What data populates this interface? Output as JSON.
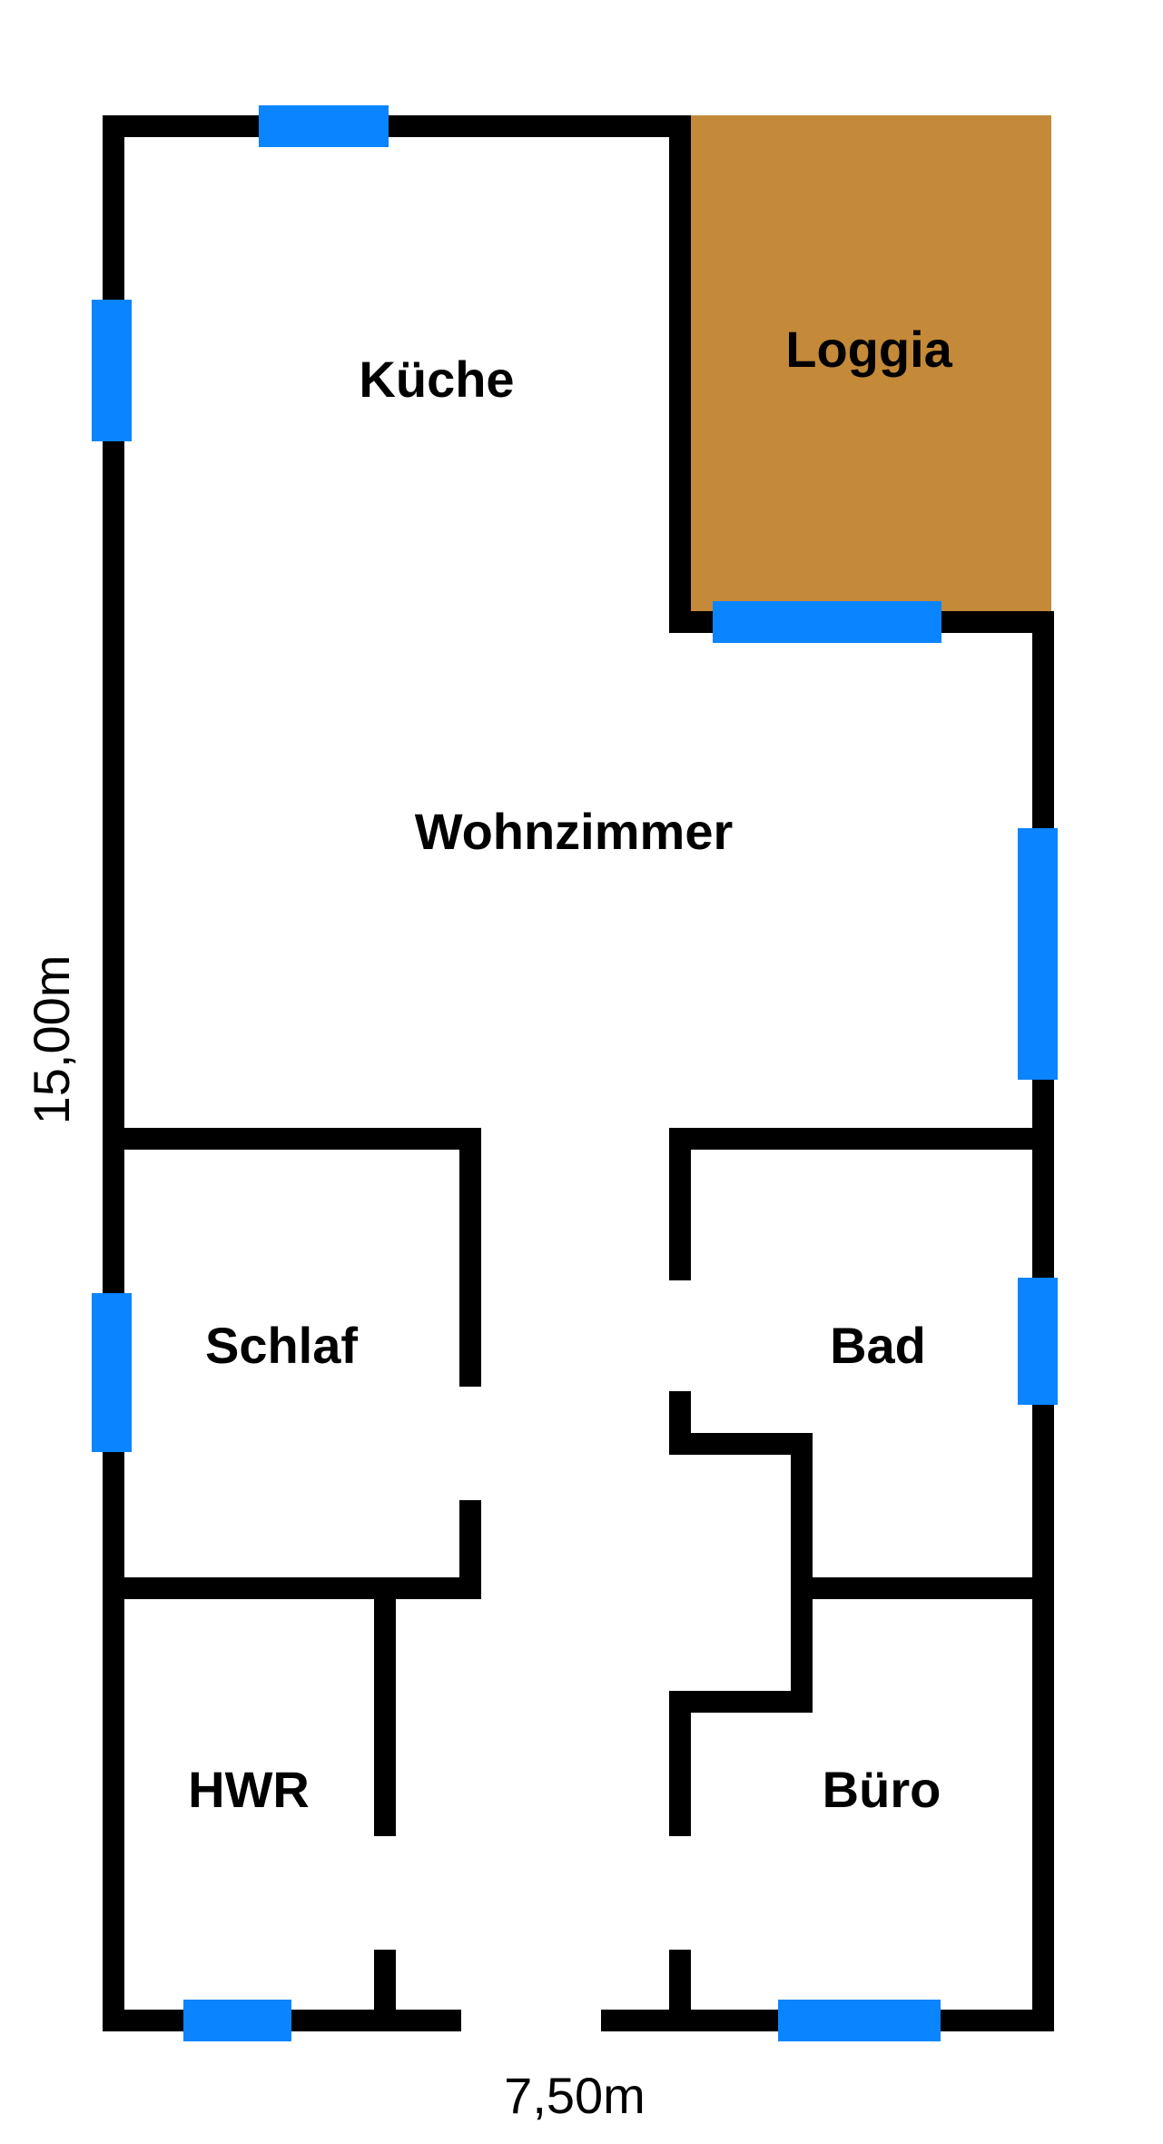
{
  "colors": {
    "wall": "#000000",
    "window": "#0a84ff",
    "loggia": "#c48a39",
    "background": "#ffffff"
  },
  "rooms": {
    "kueche": "Küche",
    "loggia": "Loggia",
    "wohnzimmer": "Wohnzimmer",
    "schlaf": "Schlaf",
    "bad": "Bad",
    "hwr": "HWR",
    "buero": "Büro"
  },
  "dimensions": {
    "height": "15,00m",
    "width": "7,50m"
  }
}
